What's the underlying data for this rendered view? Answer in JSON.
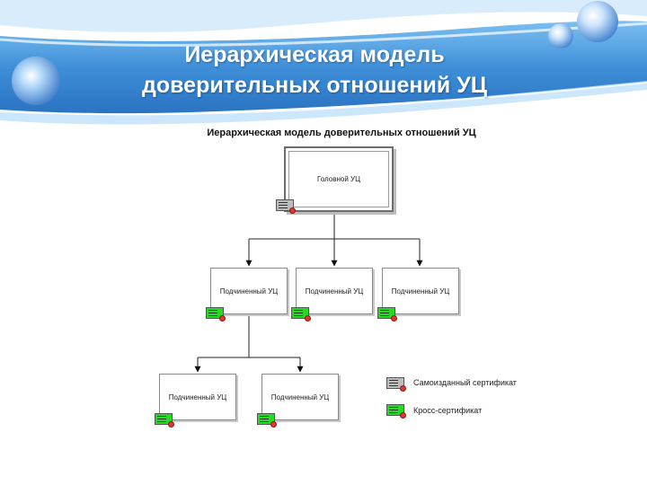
{
  "slide": {
    "title_line1": "Иерархическая модель",
    "title_line2": "доверительных отношений УЦ"
  },
  "diagram": {
    "title": "Иерархическая модель доверительных отношений УЦ",
    "head": {
      "label": "Головной УЦ",
      "certificate": "self"
    },
    "level1": [
      {
        "label": "Подчиненный УЦ",
        "certificate": "cross"
      },
      {
        "label": "Подчиненный УЦ",
        "certificate": "cross"
      },
      {
        "label": "Подчиненный УЦ",
        "certificate": "cross"
      }
    ],
    "level2": [
      {
        "label": "Подчиненный УЦ",
        "certificate": "cross"
      },
      {
        "label": "Подчиненный УЦ",
        "certificate": "cross"
      }
    ]
  },
  "legend": {
    "self_signed": "Самоизданный сертификат",
    "cross": "Кросс-сертификат"
  },
  "colors": {
    "banner_blue": "#3f8fd8",
    "self_signed_cert": "#bdbdbd",
    "cross_cert": "#22dd22",
    "seal": "#e0382a"
  }
}
